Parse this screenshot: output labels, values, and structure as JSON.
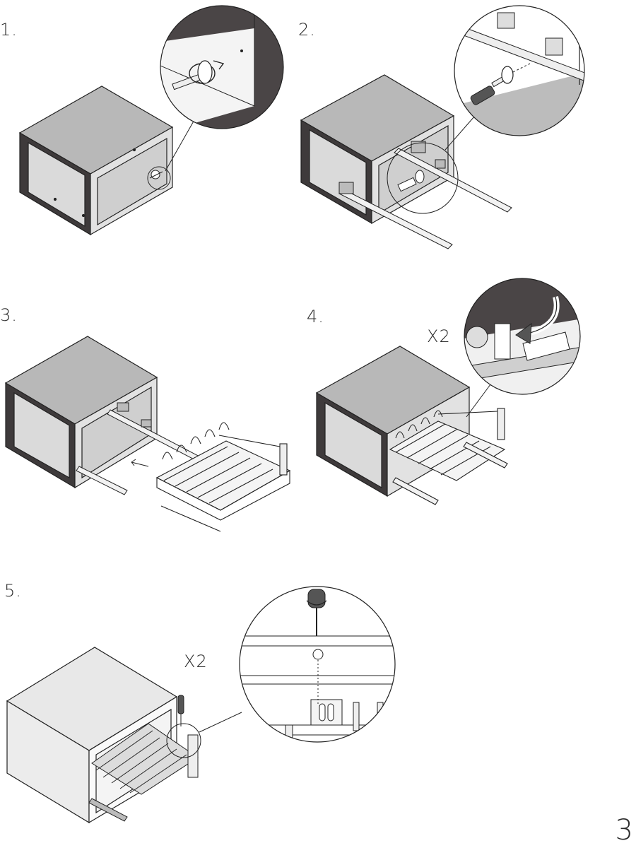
{
  "steps": [
    {
      "label": "1."
    },
    {
      "label": "2."
    },
    {
      "label": "3."
    },
    {
      "label": "4.",
      "quantity": "X2"
    },
    {
      "label": "5.",
      "quantity": "X2"
    }
  ],
  "page_number": "3",
  "colors": {
    "cabinet_top": "#b8b8b8",
    "cabinet_side": "#3e3a3b",
    "cabinet_inner": "#cfcfcf",
    "cabinet_back": "#e0e0e0",
    "line": "#222222",
    "detail_bg": "#ffffff",
    "detail_dark": "#4a4546"
  },
  "icons": [
    "screw-icon",
    "rotation-arrow-icon",
    "screwdriver-icon",
    "basket-icon",
    "rail-icon",
    "insert-arrow-icon",
    "clip-icon"
  ]
}
